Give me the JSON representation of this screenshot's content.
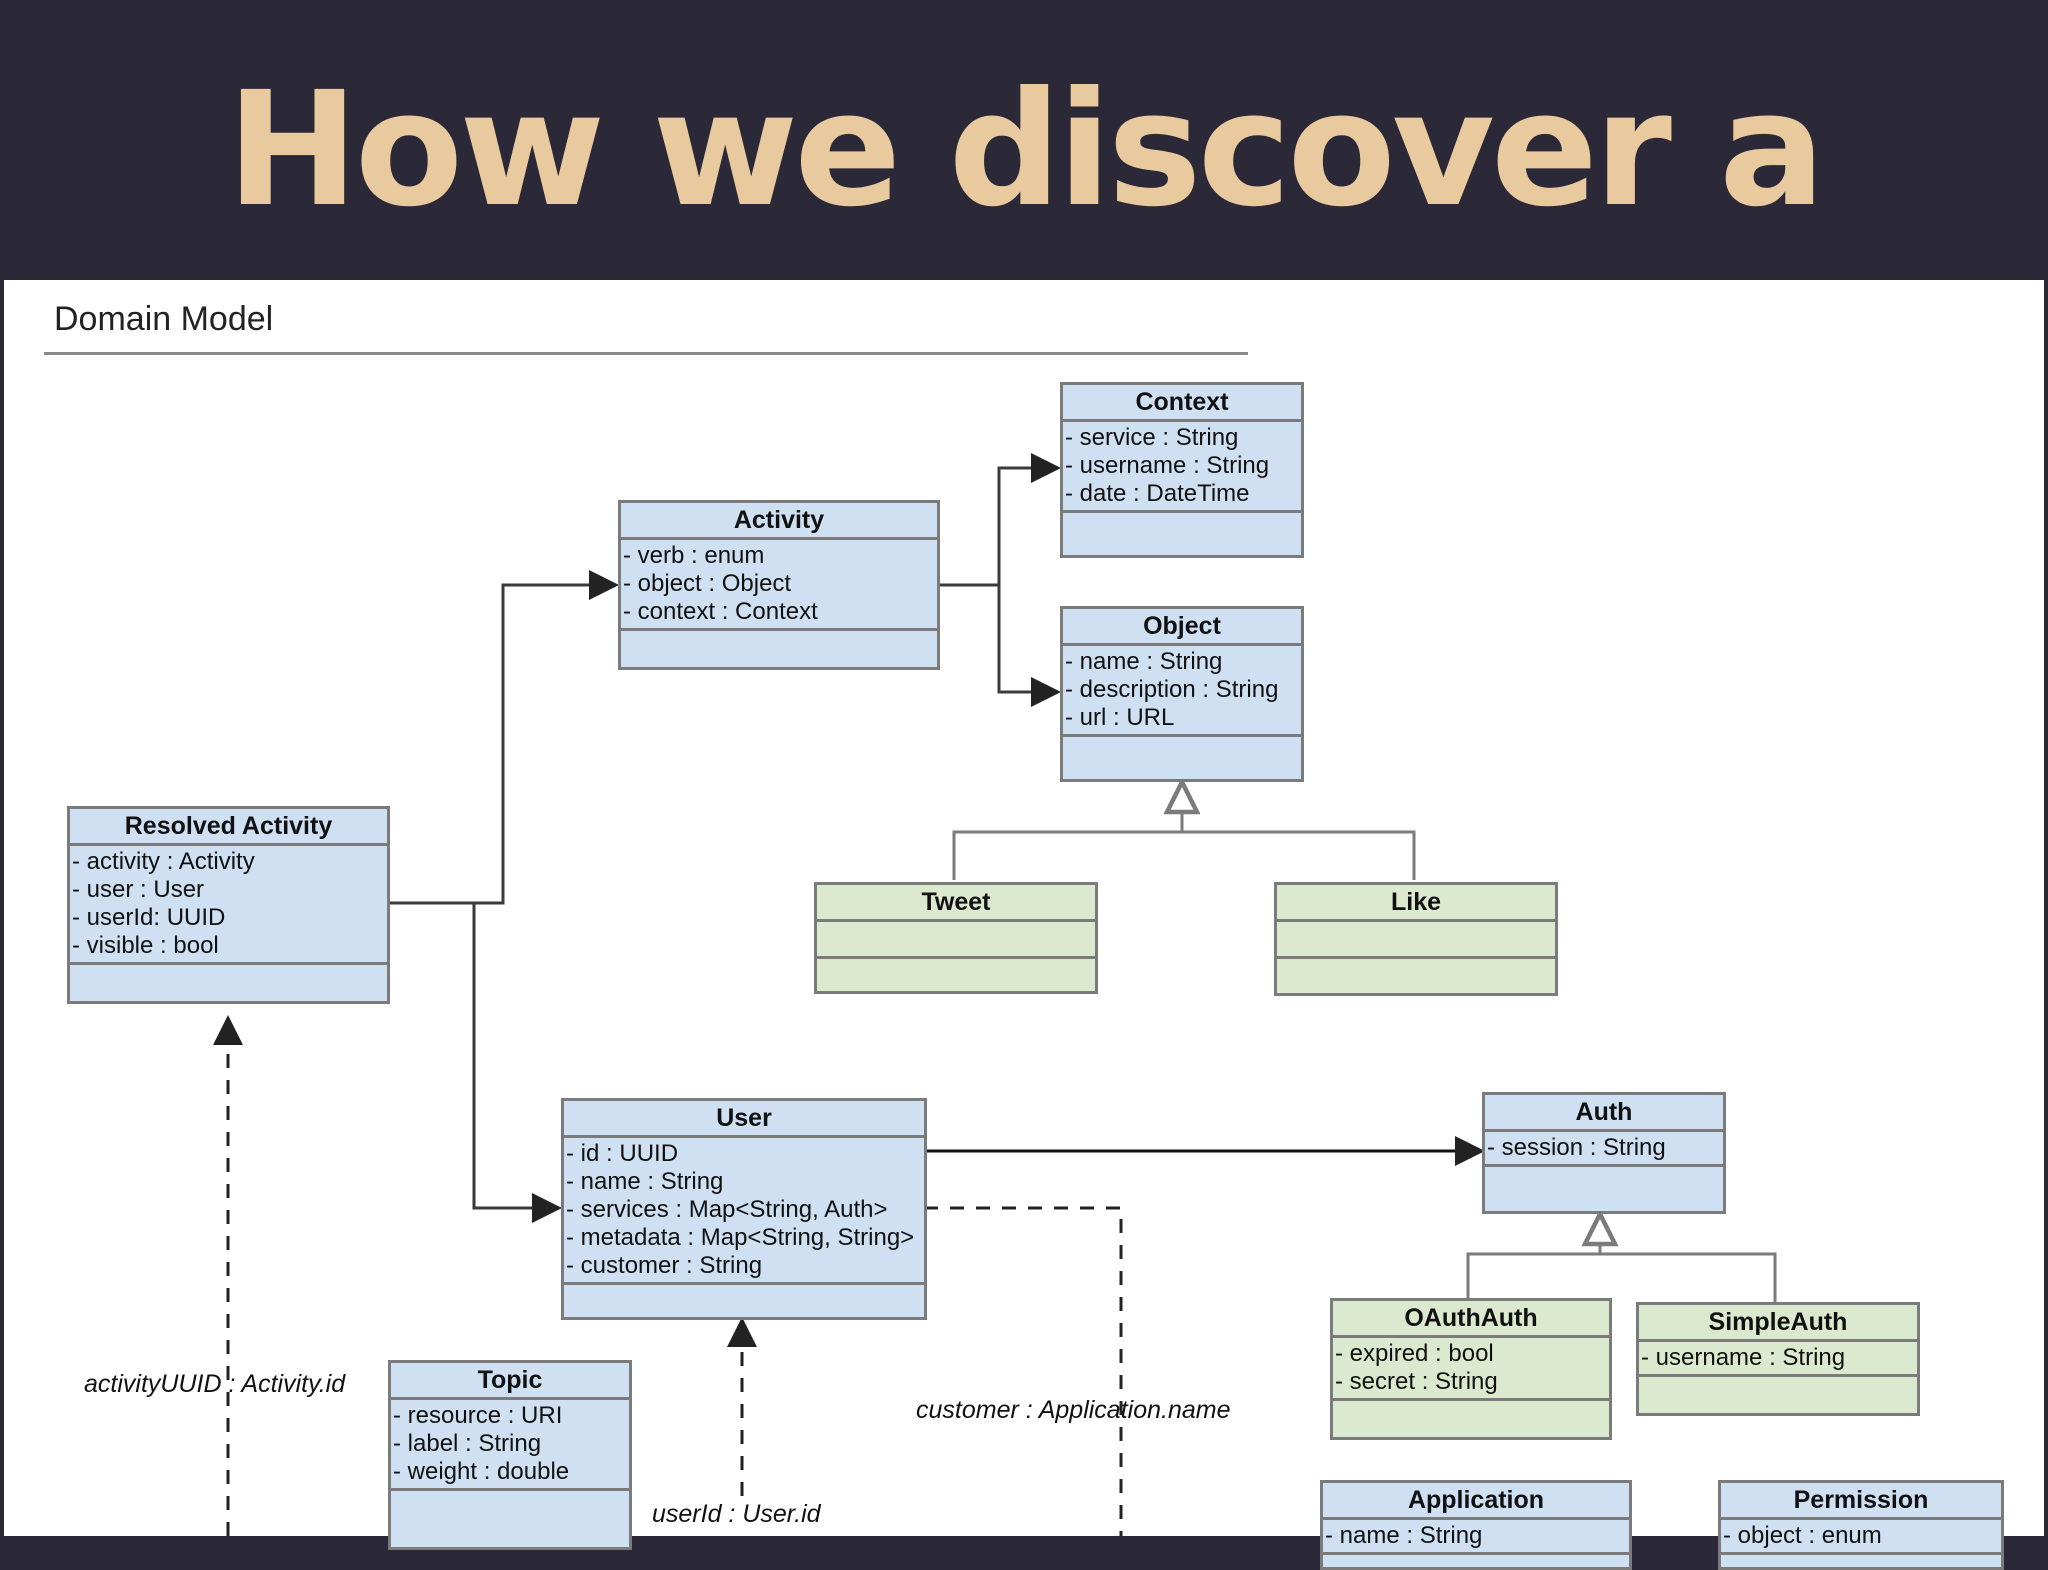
{
  "slide": {
    "title": "How we discover a model"
  },
  "diagram": {
    "title": "Domain Model",
    "classes": {
      "context": {
        "name": "Context",
        "attrs": [
          "service : String",
          "username : String",
          "date : DateTime"
        ]
      },
      "activity": {
        "name": "Activity",
        "attrs": [
          "verb : enum",
          "object : Object",
          "context : Context"
        ]
      },
      "object": {
        "name": "Object",
        "attrs": [
          "name : String",
          "description : String",
          "url : URL"
        ]
      },
      "resolved_activity": {
        "name": "Resolved Activity",
        "attrs": [
          "activity : Activity",
          "user : User",
          "userId: UUID",
          "visible : bool"
        ]
      },
      "tweet": {
        "name": "Tweet",
        "attrs": []
      },
      "like": {
        "name": "Like",
        "attrs": []
      },
      "user": {
        "name": "User",
        "attrs": [
          "id : UUID",
          "name : String",
          "services : Map<String, Auth>",
          "metadata : Map<String, String>",
          "customer : String"
        ]
      },
      "auth": {
        "name": "Auth",
        "attrs": [
          "session : String"
        ]
      },
      "oauth_auth": {
        "name": "OAuthAuth",
        "attrs": [
          "expired : bool",
          "secret : String"
        ]
      },
      "simple_auth": {
        "name": "SimpleAuth",
        "attrs": [
          "username : String"
        ]
      },
      "topic": {
        "name": "Topic",
        "attrs": [
          "resource : URI",
          "label : String",
          "weight : double"
        ]
      },
      "application": {
        "name": "Application",
        "attrs": [
          "name : String"
        ]
      },
      "permission": {
        "name": "Permission",
        "attrs": [
          "object : enum"
        ]
      }
    },
    "edge_labels": {
      "activity_uuid": "activityUUID : Activity.id",
      "customer": "customer : Application.name",
      "user_id": "userId : User.id"
    },
    "colors": {
      "entity": "#cfe0f3",
      "subtype": "#dbe9cf",
      "border": "#7b7b7b",
      "title": "#e9c99e",
      "header_bg": "#2b2838"
    }
  }
}
